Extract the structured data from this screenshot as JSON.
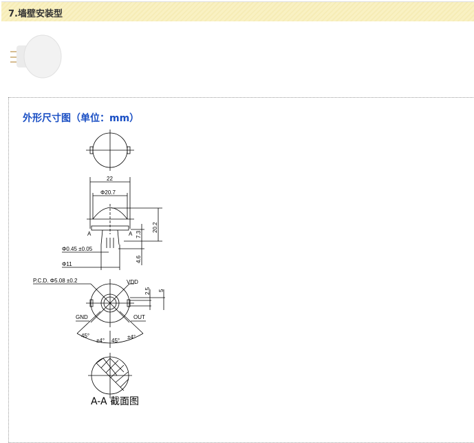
{
  "section": {
    "title": "7.墙壁安装型"
  },
  "drawing": {
    "title": "外形尺寸图（单位：mm）",
    "dims": {
      "width": "22",
      "diameter": "Φ20.7",
      "height": "20.2",
      "body_height": "7.3",
      "pin_length": "4.6",
      "pin_dia": "Φ0.45 ±0.05",
      "base_dia": "Φ11",
      "pcd": "P.C.D. Φ5.08 ±0.2",
      "pitch_small": "2.5",
      "pitch_large": "5",
      "angle_left": "45°",
      "angle_right": "45°",
      "tol_left": "±4°",
      "tol_right": "±4°",
      "section_mark": "A"
    },
    "pins": {
      "vdd": "VDD",
      "gnd": "GND",
      "out": "OUT"
    },
    "caption": "A-A 截面图"
  }
}
